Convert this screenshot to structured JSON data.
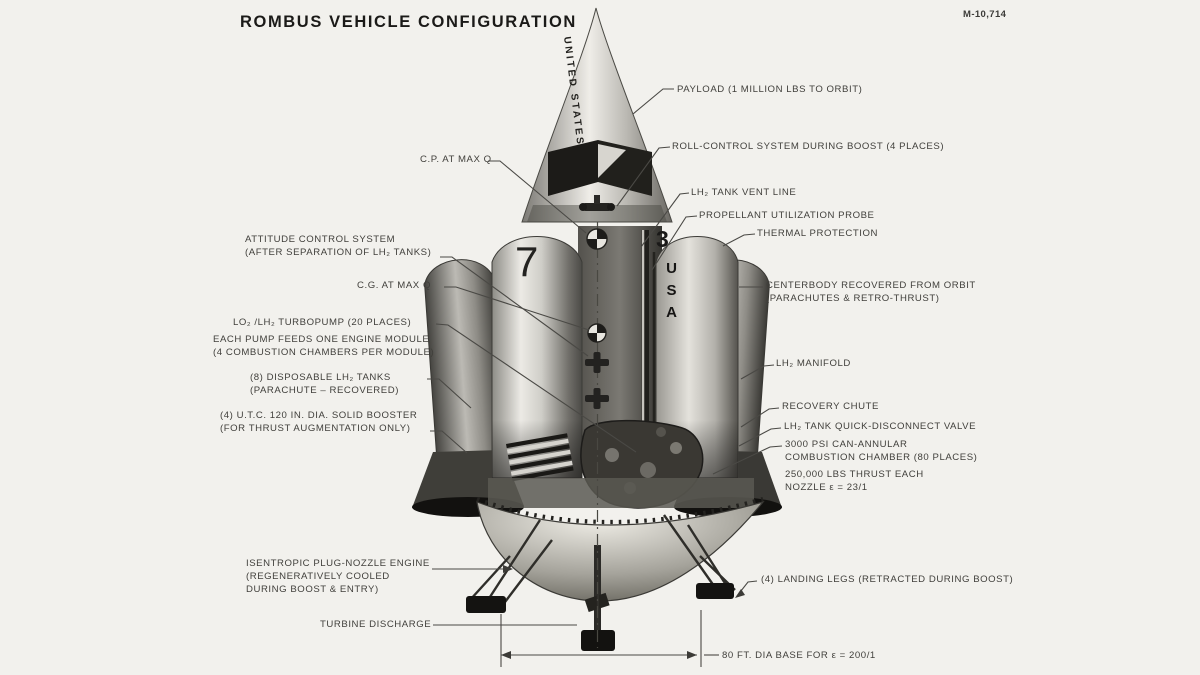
{
  "meta": {
    "title": "ROMBUS VEHICLE CONFIGURATION",
    "doc_number": "M-10,714"
  },
  "palette": {
    "background": "#f2f1ed",
    "ink": "#403f3b",
    "title_ink": "#1b1a18"
  },
  "markings": {
    "nose": "UNITED STATES",
    "left_tank_number": "7",
    "right_tank_number": "3",
    "right_tank_text": "USA"
  },
  "callouts": {
    "payload": {
      "lines": [
        "PAYLOAD (1 MILLION LBS TO ORBIT)"
      ]
    },
    "roll_control": {
      "lines": [
        "ROLL-CONTROL SYSTEM DURING BOOST (4 PLACES)"
      ]
    },
    "lh2_tank_vent_line": {
      "lines": [
        "LH₂ TANK VENT LINE"
      ]
    },
    "propellant_utilization_probe": {
      "lines": [
        "PROPELLANT UTILIZATION PROBE"
      ]
    },
    "thermal_protection": {
      "lines": [
        "THERMAL  PROTECTION"
      ]
    },
    "centerbody_recovered": {
      "lines": [
        "CENTERBODY RECOVERED FROM ORBIT",
        "(PARACHUTES & RETRO-THRUST)"
      ]
    },
    "lh2_manifold": {
      "lines": [
        "LH₂ MANIFOLD"
      ]
    },
    "recovery_chute": {
      "lines": [
        "RECOVERY  CHUTE"
      ]
    },
    "lh2_quick_disconnect": {
      "lines": [
        "LH₂ TANK QUICK-DISCONNECT VALVE"
      ]
    },
    "combustion_chamber": {
      "lines": [
        "3000 PSI CAN-ANNULAR",
        "COMBUSTION CHAMBER (80 PLACES)",
        "250,000 LBS THRUST  EACH",
        "NOZZLE ε = 23/1"
      ]
    },
    "landing_legs": {
      "lines": [
        "(4) LANDING LEGS (RETRACTED DURING BOOST)"
      ]
    },
    "cp_at_max_q": {
      "lines": [
        "C.P. AT MAX Q"
      ]
    },
    "attitude_control": {
      "lines": [
        "ATTITUDE CONTROL SYSTEM",
        "(AFTER SEPARATION OF LH₂ TANKS)"
      ]
    },
    "cg_at_max_q": {
      "lines": [
        "C.G. AT MAX Q"
      ]
    },
    "turbopump": {
      "lines": [
        "LO₂ /LH₂ TURBOPUMP (20 PLACES)"
      ]
    },
    "pump_note": {
      "lines": [
        "EACH PUMP FEEDS ONE ENGINE MODULE",
        "(4 COMBUSTION CHAMBERS PER MODULE)"
      ]
    },
    "disposable_tanks": {
      "lines": [
        "(8) DISPOSABLE LH₂ TANKS",
        "(PARACHUTE – RECOVERED)"
      ]
    },
    "utc_booster": {
      "lines": [
        "(4)  U.T.C. 120 IN. DIA. SOLID BOOSTER",
        "(FOR THRUST AUGMENTATION ONLY)"
      ]
    },
    "isentropic_engine": {
      "lines": [
        "ISENTROPIC PLUG-NOZZLE ENGINE",
        "(REGENERATIVELY COOLED",
        "DURING BOOST & ENTRY)"
      ]
    },
    "turbine_discharge": {
      "lines": [
        "TURBINE DISCHARGE"
      ]
    },
    "base_dimension": {
      "lines": [
        "80 FT. DIA BASE FOR ε = 200/1"
      ]
    }
  }
}
